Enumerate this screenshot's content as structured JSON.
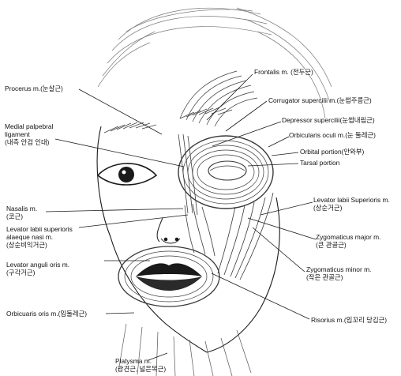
{
  "labels": {
    "procerus": "Procerus m.(눈살근)",
    "frontalis": "Frontalis m. (전두근)",
    "corrugator": "Corrugator supercilii m.(눈썹주름근)",
    "medial_line1": "Medial palpebral",
    "medial_line2": "ligament",
    "medial_line3": "(내측 안검 인대)",
    "depressor": "Depressor supercilii(눈썹내림근)",
    "orbicularis_oculi": "Orbicularis oculi m.(눈 둘레근)",
    "orbital_portion": "Orbital portion(안와부)",
    "tarsal_portion": "Tarsal portion",
    "nasalis_line1": "Nasalis m.",
    "nasalis_line2": "(코근)",
    "levator_sup_line1": "Levator labii Superioris m.",
    "levator_sup_line2": "(상순거근)",
    "levator_alae_line1": "Levator labii superioris",
    "levator_alae_line2": "alaeque nasi m.",
    "levator_alae_line3": "(상순비익거근)",
    "zyg_major_line1": "Zygomaticus major m.",
    "zyg_major_line2": "(큰 관골근)",
    "levator_anguli_line1": "Levator anguli oris m.",
    "levator_anguli_line2": "(구각거근)",
    "zyg_minor_line1": "Zygomaticus minor m.",
    "zyg_minor_line2": "(작은 관골근)",
    "orbicularis_oris": "Orbicuaris oris m.(입둘레근)",
    "risorius": "Risorius m.(입꼬리 당김근)",
    "platysma_line1": "Platysma m.",
    "platysma_line2": "(광견근, 넓은목근)"
  },
  "colors": {
    "ink": "#1a1a1a",
    "hair": "#7a7a7a",
    "muscle": "#3a3a3a",
    "background": "#ffffff"
  }
}
